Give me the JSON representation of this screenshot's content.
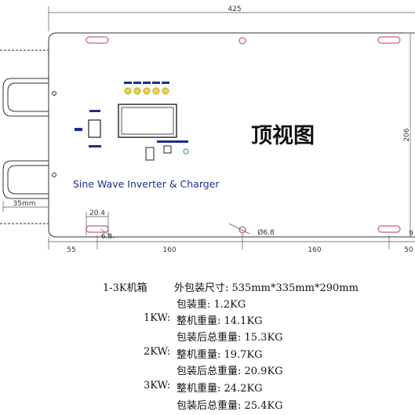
{
  "drawing": {
    "view_title": "顶视图",
    "product_label": "Sine Wave Inverter & Charger",
    "dimensions": {
      "overall_width": "425",
      "height": "206",
      "left_ext": "35mm",
      "slot_width": "20.4",
      "slot_height": "6.8",
      "hole_dia": "Ø6.8",
      "seg_left": "55",
      "seg_mid1": "160",
      "seg_mid2": "160",
      "seg_right": "50",
      "right_small": "9"
    }
  },
  "specs": {
    "model_range": "1-3K机箱",
    "package_size": "外包装尺寸: 535mm*335mm*290mm",
    "package_weight": "包装重: 1.2KG",
    "rows": [
      {
        "power": "1KW:",
        "net": "整机重量: 14.1KG",
        "gross": "包装后总重量: 15.3KG"
      },
      {
        "power": "2KW:",
        "net": "整机重量: 19.7KG",
        "gross": "包装后总重量: 20.9KG"
      },
      {
        "power": "3KW:",
        "net": "整机重量: 24.2KG",
        "gross": "包装后总重量: 25.4KG"
      }
    ]
  },
  "colors": {
    "line": "#333333",
    "panel_text": "#1b2f8a",
    "led": "#e8d84a",
    "led_green": "#3fa34d"
  }
}
